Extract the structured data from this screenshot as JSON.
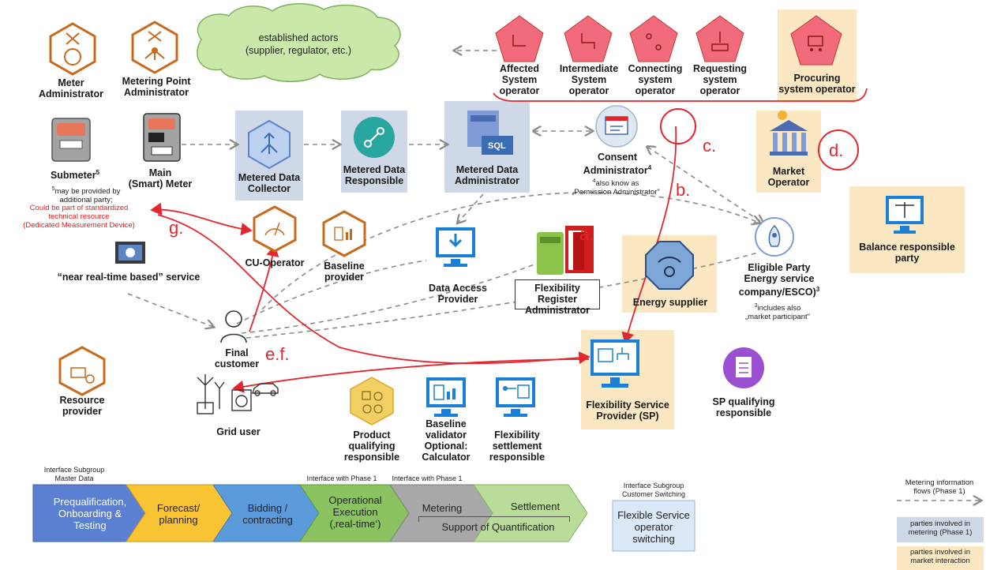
{
  "actors": {
    "meter_admin": "Meter\nAdministrator",
    "mpa": "Metering Point\nAdministrator",
    "cloud_line1": "established actors",
    "cloud_line2": "(supplier, regulator, etc.)",
    "affected_so": "Affected\nSystem\noperator",
    "intermediate_so": "Intermediate\nSystem\noperator",
    "connecting_so": "Connecting\nsystem\noperator",
    "requesting_so": "Requesting\nsystem\noperator",
    "procuring_so": "Procuring\nsystem operator",
    "submeter": "Submeter",
    "submeter_sup": "5",
    "main_meter_line1": "Main",
    "main_meter_line2": "(Smart) Meter",
    "submeter_note_sup": "5",
    "submeter_note": "may be provided by\nadditional party;",
    "submeter_note_red": "Could be part of standardized\ntechnical resource\n(Dedicated Measurement Device)",
    "mdc": "Metered Data\nCollector",
    "mdr": "Metered Data\nResponsible",
    "mda": "Metered Data\nAdministrator",
    "consent_admin": "Consent\nAdministrator",
    "consent_sup": "4",
    "consent_note_sup": "4",
    "consent_note": "also know as\n„Permission Administrator\"",
    "market_operator": "Market\nOperator",
    "balance_party": "Balance responsible\nparty",
    "nrt_service": "“near real-time based” service",
    "cu_operator": "CU-Operator",
    "baseline_provider": "Baseline\nprovider",
    "dap": "Data Access\nProvider",
    "fra": "Flexibility Register\nAdministrator",
    "energy_supplier": "Energy supplier",
    "eligible_party": "Eligible Party\nEnergy service\ncompany/ESCO)",
    "eligible_sup": "3",
    "eligible_note_sup": "3",
    "eligible_note": "includes also\n„market participant\"",
    "final_customer": "Final\ncustomer",
    "grid_user": "Grid user",
    "resource_provider": "Resource\nprovider",
    "pqr": "Product\nqualifying\nresponsible",
    "baseline_validator": "Baseline\nvalidator\nOptional:\nCalculator",
    "flex_settlement": "Flexibility\nsettlement\nresponsible",
    "fsp": "Flexibility Service\nProvider (SP)",
    "sp_qualifying": "SP qualifying\nresponsible"
  },
  "markers": {
    "a": "a.",
    "b": "b.",
    "c": "c.",
    "d": "d.",
    "ef": "e.f.",
    "g": "g."
  },
  "process": {
    "label_master": "Interface Subgroup\nMaster Data",
    "label_phase1a": "Interface with Phase 1",
    "label_phase1b": "Interface with Phase 1",
    "label_switching": "Interface Subgroup\nCustomer Switching",
    "steps": [
      {
        "label": "Prequalification,\nOnboarding &\nTesting",
        "color": "#5b7fd1"
      },
      {
        "label": "Forecast/\nplanning",
        "color": "#f9c433"
      },
      {
        "label": "Bidding /\ncontracting",
        "color": "#5b9bdc"
      },
      {
        "label": "Operational\nExecution\n(‚real-time‘)",
        "color": "#8cc361"
      },
      {
        "label": "Metering",
        "color": "#a8a8a8"
      },
      {
        "label": "Settlement",
        "color": "#b9dc9a"
      }
    ],
    "support": "Support of Quantification",
    "switching_box": "Flexible Service\noperator\nswitching"
  },
  "legend": {
    "flows": "Metering information\nflows (Phase 1)",
    "metering": "parties involved in\nmetering (Phase 1)",
    "market": "parties involved in\nmarket interaction"
  },
  "colors": {
    "metering_bg": "#cfd8e6",
    "market_bg": "#fbe8c2",
    "red_flow": "#e3272e",
    "orange_icon": "#c8691b",
    "pentagon": "#f16b7d",
    "cloud": "#c9e8a9",
    "energy_supplier_octagon": "#7ea6d6",
    "sp_purple": "#9b4fd1",
    "pqr_gold": "#f2cf63"
  }
}
